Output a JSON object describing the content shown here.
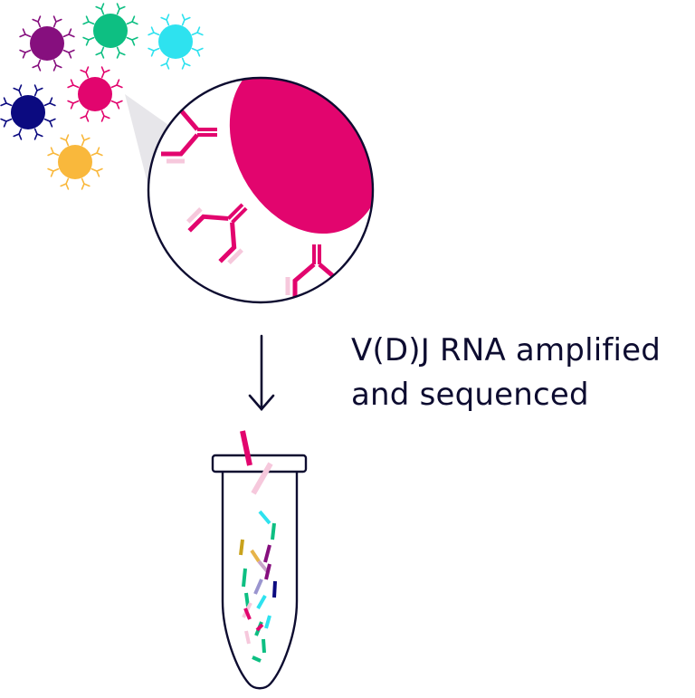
{
  "caption": {
    "line1": "V(D)J RNA amplified",
    "line2": "and sequenced"
  },
  "colors": {
    "ink": "#0d0c30",
    "magenta": "#e2056e",
    "light_pink": "#f6c8dc",
    "purple": "#860f7e",
    "green": "#0dbf82",
    "cyan": "#2ee2ef",
    "navy": "#0b0a80",
    "amber": "#f9b83c",
    "callout_grey": "#e7e6ea"
  },
  "cells": [
    {
      "name": "purple-cell",
      "color": "#860f7e"
    },
    {
      "name": "green-cell",
      "color": "#0dbf82"
    },
    {
      "name": "cyan-cell",
      "color": "#2ee2ef"
    },
    {
      "name": "magenta-cell",
      "color": "#e2056e"
    },
    {
      "name": "navy-cell",
      "color": "#0b0a80"
    },
    {
      "name": "amber-cell",
      "color": "#f9b83c"
    }
  ],
  "icons": [
    "antibody-icon",
    "down-arrow-icon",
    "tube-icon",
    "rna-fragment-icon"
  ]
}
